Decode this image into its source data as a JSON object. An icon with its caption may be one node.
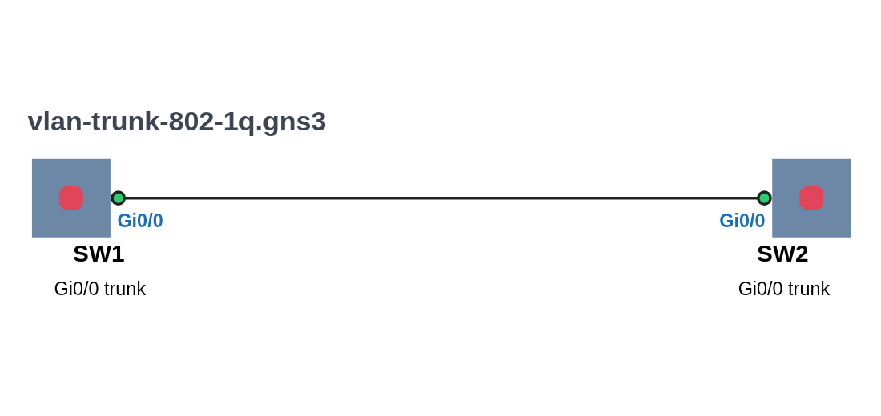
{
  "diagram": {
    "title": "vlan-trunk-802-1q.gns3",
    "nodes": [
      {
        "text": [
          "SW1",
          "Gi0/0 trunk"
        ],
        "beside": [
          "Gi0/0"
        ]
      },
      {
        "text": [
          "SW2",
          "Gi0/0 trunk"
        ],
        "beside": [
          "Gi0/0"
        ]
      }
    ],
    "edges": [
      {
        "from": 0,
        "to": 1,
        "arrow": "other"
      }
    ]
  }
}
